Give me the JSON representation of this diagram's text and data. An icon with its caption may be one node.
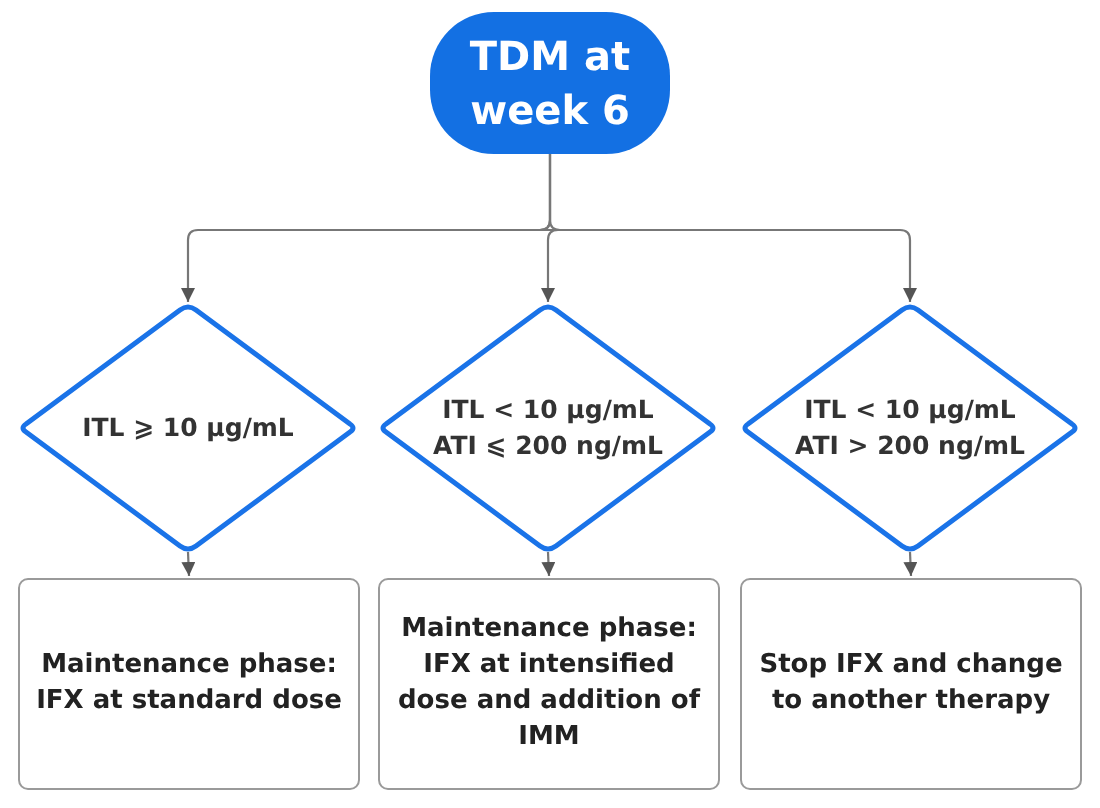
{
  "diagram": {
    "nodes": [
      {
        "text": [
          "TDM at week 6"
        ]
      },
      {
        "text": [
          "ITL ⩾ 10 μg/mL"
        ]
      },
      {
        "text": [
          "ITL < 10 μg/mL",
          "ATI ⩽ 200 ng/mL"
        ]
      },
      {
        "text": [
          "ITL < 10 μg/mL",
          "ATI > 200 ng/mL"
        ]
      },
      {
        "text": [
          "Maintenance phase: IFX at standard dose"
        ]
      },
      {
        "text": [
          "Maintenance phase: IFX at intensified dose and addition of IMM"
        ]
      },
      {
        "text": [
          "Stop IFX and change to another therapy"
        ]
      }
    ],
    "edges": [
      {
        "from": 0,
        "to": 1,
        "arrow": "to"
      },
      {
        "from": 0,
        "to": 2,
        "arrow": "to"
      },
      {
        "from": 0,
        "to": 3,
        "arrow": "to"
      },
      {
        "from": 1,
        "to": 4,
        "arrow": "to"
      },
      {
        "from": 2,
        "to": 5,
        "arrow": "to"
      },
      {
        "from": 3,
        "to": 6,
        "arrow": "to"
      }
    ]
  }
}
